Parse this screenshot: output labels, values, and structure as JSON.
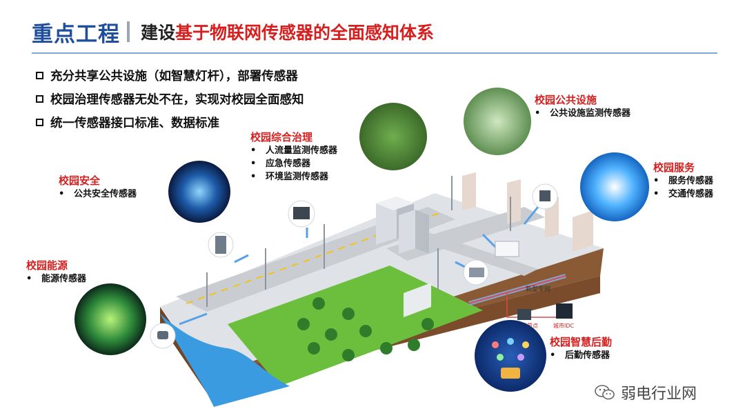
{
  "title": {
    "main": "重点工程",
    "sub_prefix": "建设",
    "sub_highlight": "基于物联网传感器的全面感知体系"
  },
  "bullets": [
    "充分共享公共设施（如智慧灯杆），部署传感器",
    "校园治理传感器无处不在，实现对校园全面感知",
    "统一传感器接口标准、数据标准"
  ],
  "labels": {
    "energy": {
      "title": "校园能源",
      "items": [
        "能源传感器"
      ]
    },
    "safety": {
      "title": "校园安全",
      "items": [
        "公共安全传感器"
      ]
    },
    "governance": {
      "title": "校园综合治理",
      "items": [
        "人流量监测传感器",
        "应急传感器",
        "环境监测传感器"
      ]
    },
    "facilities": {
      "title": "校园公共设施",
      "items": [
        "公共设施监测传感器"
      ]
    },
    "services": {
      "title": "校园服务",
      "items": [
        "服务传感器",
        "交通传感器"
      ]
    },
    "logistics": {
      "title": "校园智慧后勤",
      "items": [
        "后勤传感器"
      ]
    }
  },
  "map_labels": {
    "network": "新型专网",
    "node": "网络节点",
    "idc": "城市IDC"
  },
  "watermark": "弱电行业网",
  "colors": {
    "title_blue": "#1f4e9c",
    "accent_red": "#d6201f",
    "rule": "#7fa7d6",
    "grass": "#6cbf3c",
    "water": "#3a9be0",
    "road": "#c9ccd1"
  }
}
